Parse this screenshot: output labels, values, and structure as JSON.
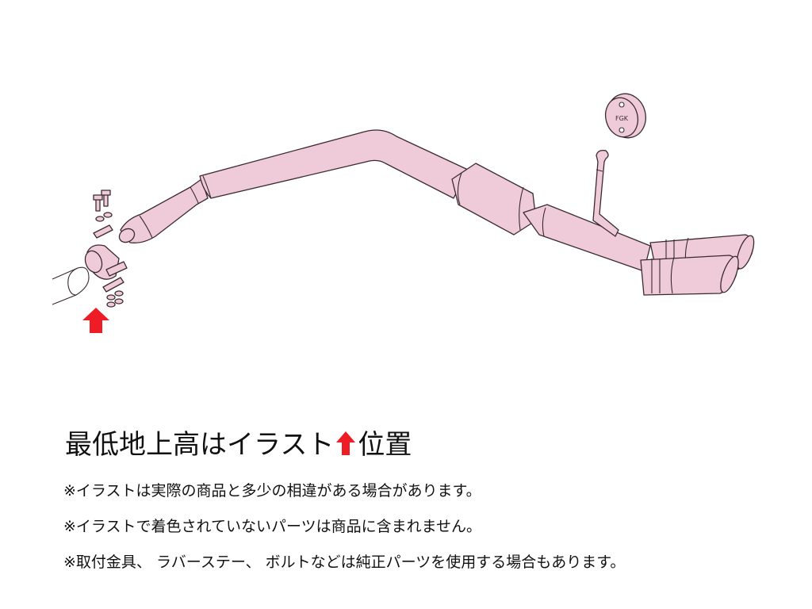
{
  "diagram": {
    "subject": "exhaust system illustration",
    "parts": [
      {
        "name": "stock-pipe",
        "color": "#ffffff"
      },
      {
        "name": "pipe-clamp",
        "color": "#efcbda"
      },
      {
        "name": "bolts-nuts-washers",
        "color": "#efcbda"
      },
      {
        "name": "front-pipe",
        "color": "#efcbda"
      },
      {
        "name": "center-pipe",
        "color": "#efcbda"
      },
      {
        "name": "catalyzer-silencer",
        "color": "#efcbda"
      },
      {
        "name": "hanger-bracket",
        "color": "#efcbda"
      },
      {
        "name": "rubber-hanger",
        "color": "#efcbda",
        "label": "FGK"
      },
      {
        "name": "dual-tailpipes",
        "color": "#efcbda"
      }
    ],
    "indicator_arrow_color": "#ee1c25",
    "outline_color": "#3a2a30"
  },
  "caption": {
    "title_before": "最低地上高はイラスト",
    "title_after": "位置",
    "notes": [
      "※イラストは実際の商品と多少の相違がある場合があります。",
      "※イラストで着色されていないパーツは商品に含まれません。",
      "※取付金具、 ラバーステー、 ボルトなどは純正パーツを使用する場合もあります。"
    ]
  }
}
